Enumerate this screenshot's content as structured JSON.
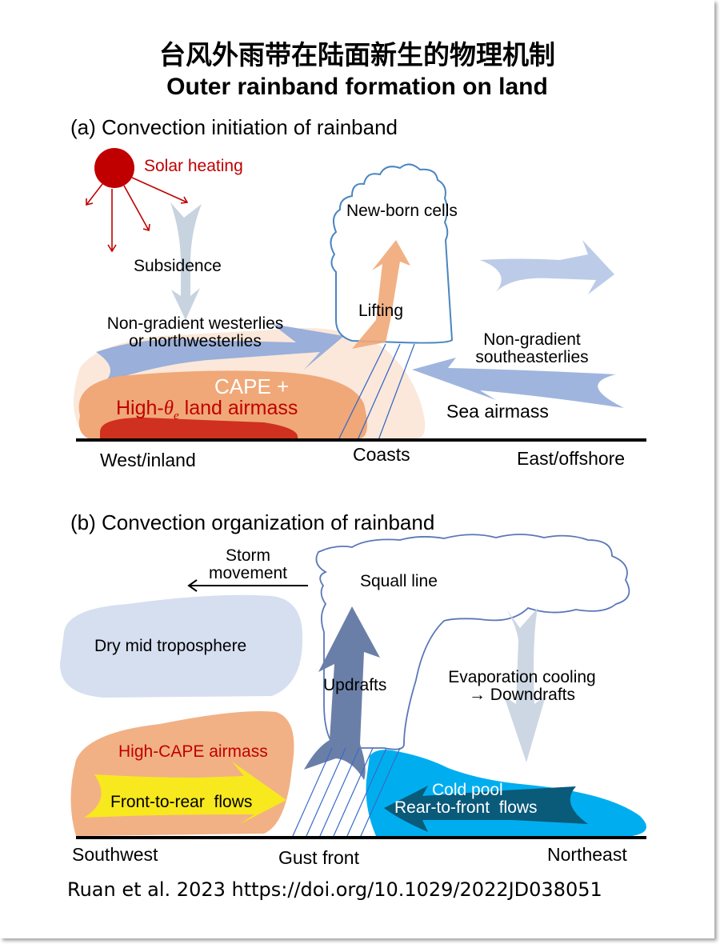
{
  "header": {
    "title_cn": "台风外雨带在陆面新生的物理机制",
    "title_en": "Outer rainband formation on land"
  },
  "panel_a": {
    "label": "(a) Convection initiation of rainband",
    "solar_heating": "Solar heating",
    "subsidence": "Subsidence",
    "new_born_cells": "New-born cells",
    "lifting": "Lifting",
    "westerlies_line1": "Non-gradient westerlies",
    "westerlies_line2": "or northwesterlies",
    "southeasterlies_line1": "Non-gradient",
    "southeasterlies_line2": "southeasterlies",
    "cape": "CAPE +",
    "land_airmass_prefix": "High-",
    "land_airmass_theta": "θ",
    "land_airmass_sub": "e",
    "land_airmass_suffix": " land airmass",
    "sea_airmass": "Sea airmass",
    "west": "West/inland",
    "coasts": "Coasts",
    "east": "East/offshore"
  },
  "panel_b": {
    "label": "(b) Convection organization of rainband",
    "storm_line1": "Storm",
    "storm_line2": "movement",
    "squall_line": "Squall line",
    "dry_mid": "Dry mid troposphere",
    "updrafts": "Updrafts",
    "evap_line1": "Evaporation cooling",
    "evap_line2": "→ Downdrafts",
    "high_cape": "High-CAPE airmass",
    "front_to_rear": "Front-to-rear  flows",
    "cold_pool": "Cold pool",
    "rear_to_front": "Rear-to-front  flows",
    "southwest": "Southwest",
    "gust_front": "Gust front",
    "northeast": "Northeast"
  },
  "citation": "Ruan et al. 2023 https://doi.org/10.1029/2022JD038051",
  "colors": {
    "sun": "#c00000",
    "subsidence_arrow": "#c8d3e0",
    "westerly_arrow": "#8fa8d8",
    "light_orange": "#fbe5d6",
    "orange": "#f0a878",
    "dark_red": "#d03020",
    "cloud_outline": "#4a86c0",
    "updraft": "#6a7fa8",
    "yellow": "#f8e81e",
    "cold_pool": "#00aeef",
    "rear_to_front": "#0a5a7a"
  }
}
